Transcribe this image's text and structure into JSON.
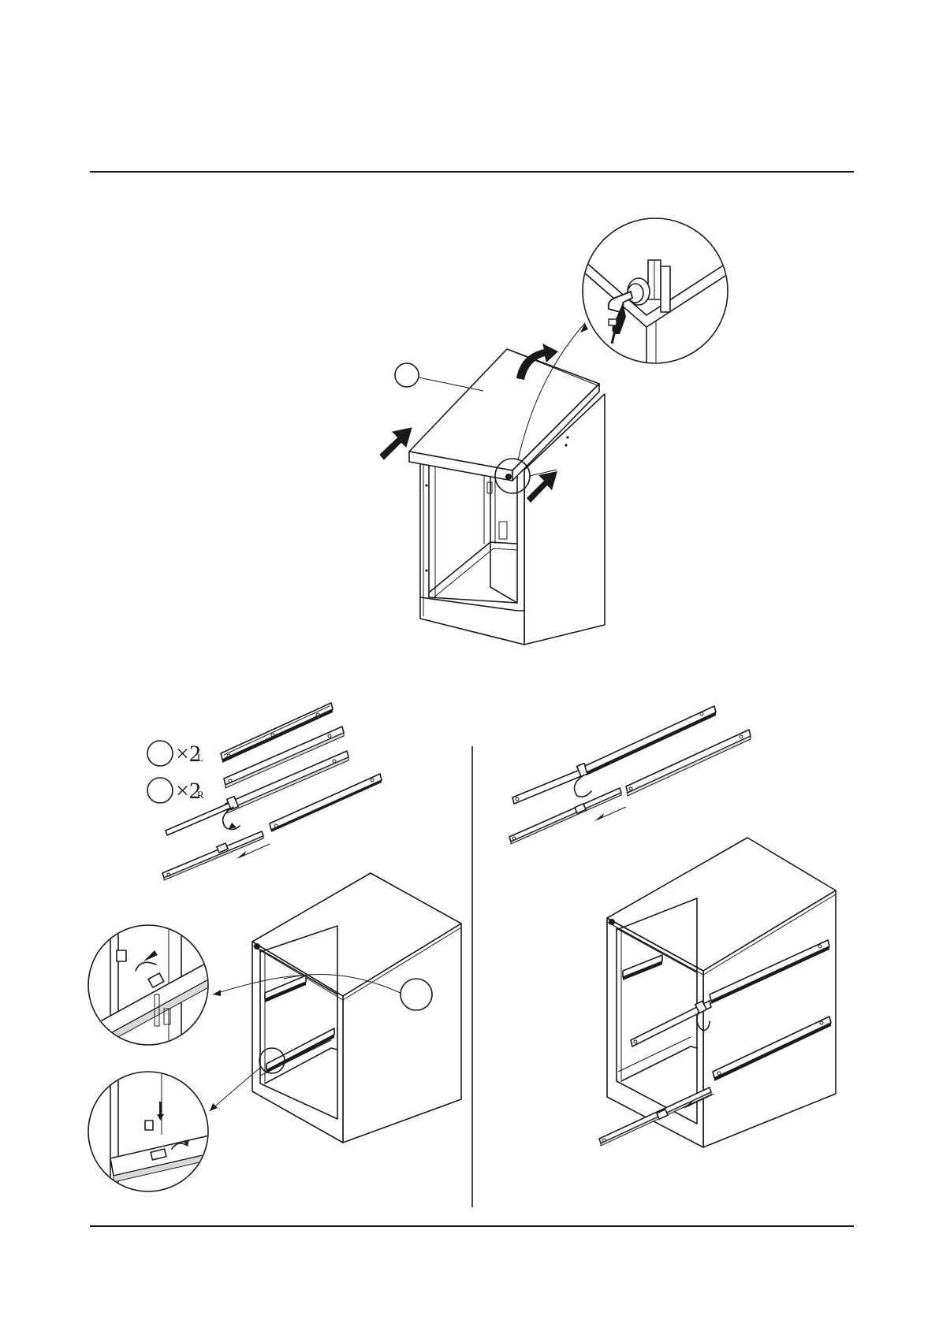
{
  "quantities": [
    {
      "count": "×2",
      "side": "L"
    },
    {
      "count": "×2",
      "side": "R"
    }
  ],
  "icons": [
    "key-icon",
    "push-arrow-icon",
    "rotate-arrow-icon",
    "callout-circle-icon",
    "pull-arrow-icon"
  ]
}
